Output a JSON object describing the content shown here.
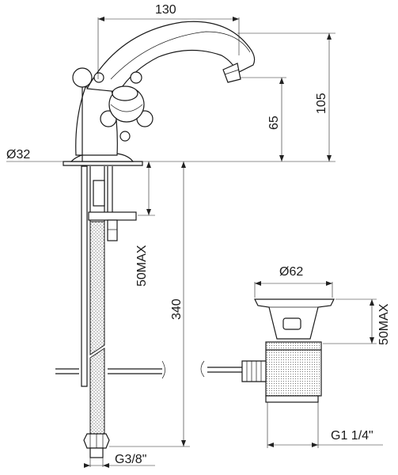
{
  "dimensions": {
    "spout_width": "130",
    "total_height": "105",
    "spout_height": "65",
    "base_diameter": "Ø32",
    "max_thickness": "50MAX",
    "supply_length": "340",
    "waste_diameter": "Ø62",
    "waste_max_thickness": "50MAX",
    "waste_thread": "G1 1/4\"",
    "supply_thread": "G3/8\""
  },
  "colors": {
    "line": "#1a1a1a",
    "hatch": "#555555",
    "background": "#ffffff"
  }
}
